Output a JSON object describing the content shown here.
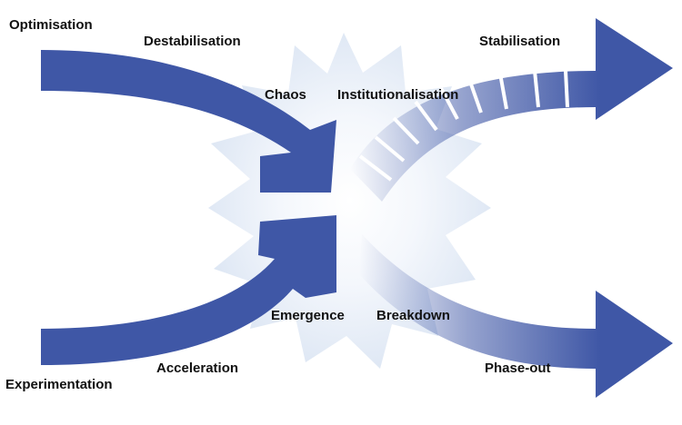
{
  "labels": {
    "optimisation": "Optimisation",
    "destabilisation": "Destabilisation",
    "chaos": "Chaos",
    "institutionalisation": "Institutionalisation",
    "stabilisation": "Stabilisation",
    "emergence": "Emergence",
    "breakdown": "Breakdown",
    "acceleration": "Acceleration",
    "experimentation": "Experimentation",
    "phase_out": "Phase-out"
  },
  "colors": {
    "arrow": "#3f57a6",
    "burst_center": "#ffffff",
    "burst_edge": "#dbe5f3",
    "text": "#111111"
  }
}
